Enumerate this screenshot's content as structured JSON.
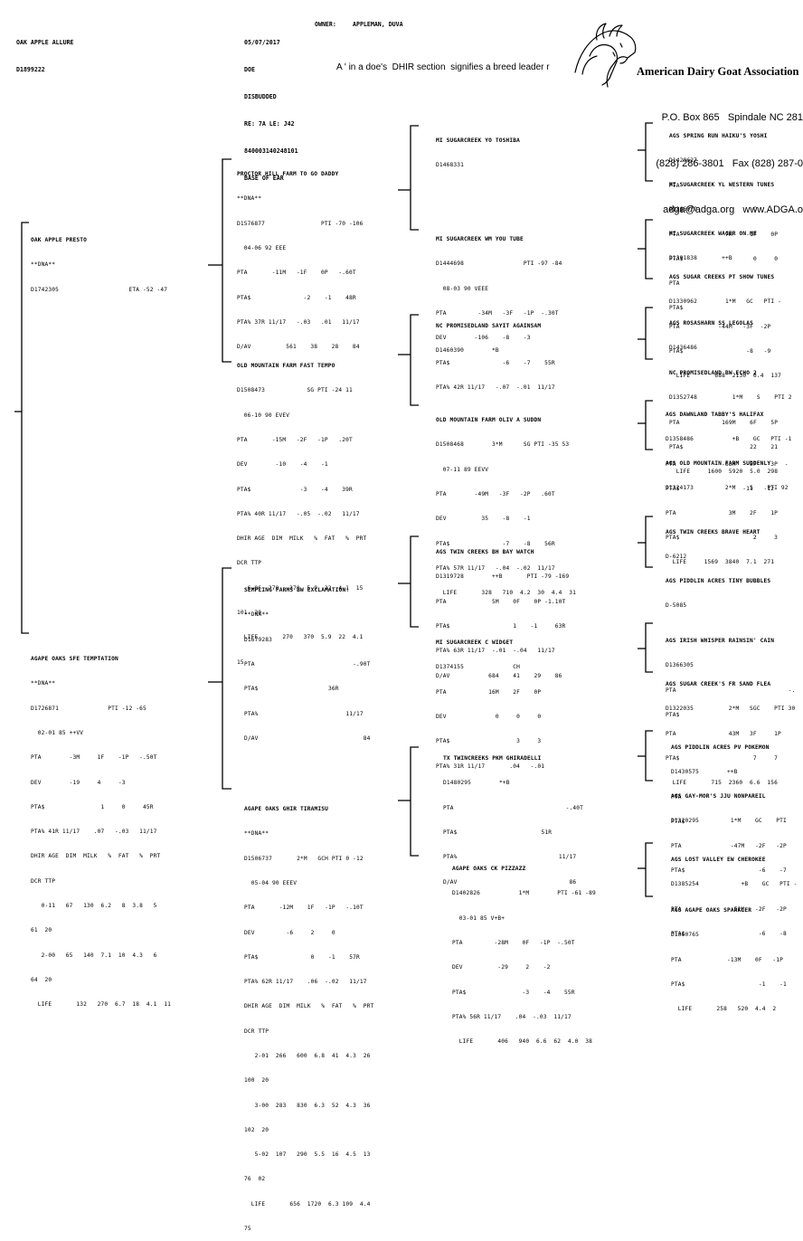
{
  "header": {
    "left": [
      "OAK APPLE ALLURE",
      "D1899222"
    ],
    "middle": [
      "05/07/2017",
      "DOE",
      "DISBUDDED",
      "RE: 7A LE: J42",
      "840003140248101",
      "BASE OF EAR"
    ],
    "owner_label": "OWNER:",
    "owner_name": "APPLEMAN, DUVA",
    "note": "A ' in a doe's  DHIR section  signifies a breed leader r"
  },
  "association": {
    "name": "American Dairy Goat Association",
    "line1": "P.O. Box 865   Spindale NC 281",
    "line2": "(828) 286-3801   Fax (828) 287-0",
    "line3": "adga@adga.org   www.ADGA.o",
    "logo_icon": "goat-heads-logo"
  },
  "pedigree": {
    "sire": [
      "OAK APPLE PRESTO",
      "**DNA**",
      "D1742305                    ETA -52 -47"
    ],
    "dam": [
      "AGAPE OAKS SFE TEMPTATION",
      "**DNA**",
      "D1726871              PTI -12 -65",
      "  02-01 85 ++VV",
      "PTA        -3M     1F    -1P   -.50T",
      "DEV        -19     4     -3",
      "PTA$                1     0     45R",
      "PTA% 41R 11/17    .07   -.03   11/17",
      "DHIR AGE  DIM  MILK   %  FAT   %  PRT",
      "DCR TTP",
      "   0-11   67   130  6.2   8  3.8   5",
      "61  20",
      "   2-00   65   140  7.1  10  4.3   6",
      "64  20",
      "  LIFE       132   270  6.7  18  4.1  11"
    ],
    "ss": [
      "PROCTOR HILL FARM TO GO DADDY",
      "**DNA**",
      "D1576877                PTI -70 -106",
      "  04-06 92 EEE",
      "PTA       -11M   -1F    0P   -.60T",
      "PTA$               -2    -1    48R",
      "PTA% 37R 11/17   -.03   .01   11/17",
      "D/AV          561    38    28    84"
    ],
    "sd": [
      "OLD MOUNTAIN FARM FAST TEMPO",
      "D1508473            SG PTI -24 11",
      "  06-10 90 EVEV",
      "PTA       -15M   -2F   -1P   .20T",
      "DEV        -10    -4    -1",
      "PTA$              -3    -4    39R",
      "PTA% 40R 11/17   -.05  -.02   11/17",
      "DHIR AGE  DIM  MILK   %  FAT   %  PRT",
      "DCR TTP",
      "   6-06  270   370  5.9  22  4.1  15",
      "101  20",
      "  LIFE       270   370  5.9  22  4.1",
      "15"
    ],
    "ds": [
      "SEMPLING FARMS BW EXCLAMATION!",
      "**DNA**",
      "D1679283",
      "PTA                            -.90T",
      "PTA$                    36R",
      "PTA%                         11/17",
      "D/AV                              84"
    ],
    "dd": [
      "AGAPE OAKS GHIR TIRAMISU",
      "**DNA**",
      "D1506737       2*M   GCH PTI 0 -12",
      "  05-04 90 EEEV",
      "PTA       -12M    1F   -1P   -.10T",
      "DEV         -6     2     0",
      "PTA$               0    -1    57R",
      "PTA% 62R 11/17    .06  -.02   11/17",
      "DHIR AGE  DIM  MILK   %  FAT   %  PRT",
      "DCR TTP",
      "   2-01  266   600  6.8  41  4.3  26",
      "100  20",
      "   3-00  283   830  6.3  52  4.3  36",
      "102  20",
      "   5-02  107   290  5.5  16  4.5  13",
      "76  02",
      "  LIFE       656  1720  6.3 109  4.4",
      "75"
    ],
    "sss": [
      "MI SUGARCREEK YO TOSHIBA",
      "D1468331"
    ],
    "ssd": [
      "MI SUGARCREEK WM YOU TUBE",
      "D1444698                 PTI -97 -84",
      "  08-03 90 VEEE",
      "PTA         -34M   -3F   -1P  -.30T",
      "DEV        -106    -8    -3",
      "PTA$               -6    -7    55R",
      "PTA% 42R 11/17   -.07  -.01  11/17"
    ],
    "sds": [
      "NC PROMISEDLAND SAYIT AGAINSAM",
      "D1460390        *B"
    ],
    "sdd": [
      "OLD MOUNTAIN FARM OLIV A SUDDN",
      "D1508468        3*M      SG PTI -35 53",
      "  07-11 89 EEVV",
      "PTA        -49M   -3F   -2P   .60T",
      "DEV          35    -8    -1",
      "PTA$               -7    -8    56R",
      "PTA% 57R 11/17   -.04  -.02  11/17",
      "  LIFE       328   710  4.2  30  4.4  31"
    ],
    "dss": [
      "AGS TWIN CREEKS BH BAY WATCH",
      "D1319728        ++B       PTI -79 -169",
      "PTA             5M    0F    0P -1.10T",
      "PTA$                  1    -1     63R",
      "PTA% 63R 11/17  -.01  -.04   11/17",
      "D/AV           684    41    29    86"
    ],
    "dsd": [
      "MI SUGARCREEK C WIDGET",
      "D1374155              CH",
      "PTA            16M    2F    0P",
      "DEV              0     0     0",
      "PTA$                   3     3",
      "PTA% 31R 11/17       .04   -.01"
    ],
    "dds": [
      "TX TWINCREEKS PKM GHIRADELLI",
      "D1480295        *+B",
      "PTA                                -.40T",
      "PTA$                        51R",
      "PTA%                             11/17",
      "D/AV                                86"
    ],
    "ddd": [
      "AGAPE OAKS CK PIZZAZZ",
      "D1402826           1*M        PTI -61 -89",
      "  03-01 85 V+B+",
      "PTA         -28M    0F   -1P  -.50T",
      "DEV          -29     2    -2",
      "PTA$                -3    -4    55R",
      "PTA% 56R 11/17    .04  -.03  11/17",
      "  LIFE       406   940  6.6  62  4.0  38"
    ],
    "g1": [
      "AGS SPRING RUN HAIKU'S YOSHI",
      "D1429627",
      "PTA",
      "PTA$"
    ],
    "g2": [
      "MI SUGARCREEK YL WESTERN TUNES",
      "D1366979                C",
      "PTA             7M    -1F    0P",
      "PTA$                    0     0"
    ],
    "g3": [
      "MI SUGARCREEK WAGER ON ME",
      "D1391838       ++B",
      "PTA",
      "PTA$"
    ],
    "g4": [
      "AGS SUGAR CREEKS PT SHOW TUNES",
      "D1330962        1*M   GC   PTI -",
      "PTA           -44M   -3F  -2P",
      "PTA$                  -8   -9",
      "  LIFE       688  2130  6.4  137"
    ],
    "g5": [
      "AGS ROSASHARN SS LEGOLAS",
      "D1436486"
    ],
    "g6": [
      "NC PROMISEDLAND BW ECHO 2",
      "D1352748          1*M    S    PTI 2",
      "PTA            169M    6F    5P",
      "PTA$                   22    21",
      "  LIFE     1600  5920  5.0  298"
    ],
    "g7": [
      "AGS DAWNLAND TABBY'S HALIFAX",
      "D1358486           +B    GC   PTI -1",
      "PTA             -63M   -5F   -3P  -",
      "PTA$                  -11   -12"
    ],
    "g8": [
      "AGS OLD MOUNTAIN FARM SUDDENLY",
      "D1324173         2*M    S    PTI 92",
      "PTA               3M    2F    1P",
      "PTA$                     2     3",
      "  LIFE     1569  3840  7.1  271"
    ],
    "g9": [
      "AGS TWIN CREEKS BRAVE HEART",
      "D-6212"
    ],
    "g10": [
      "AGS PIDDLIN ACRES TINY BUBBLES",
      "D-5085"
    ],
    "g11": [
      "AGS IRISH WHISPER RAINSIN' CAIN",
      "D1366305",
      "PTA                                -.",
      "PTA$"
    ],
    "g12": [
      "AGS SUGAR CREEK'S FR SAND FLEA",
      "D1322035          2*M   SGC    PTI 30",
      "PTA               43M   3F     1P",
      "PTA$                     7     7",
      "  LIFE       715  2360  6.6  156"
    ],
    "g13": [
      "AGS PIDDLIN ACRES PV POKEMON",
      "D1430575        ++B",
      "PTA",
      "PTA$"
    ],
    "g14": [
      "AGS GAY-MOR'S JJU NONPAREIL",
      "D1320295         1*M    GC    PTI",
      "PTA              -47M   -2F   -2P",
      "PTA$                     -6    -7"
    ],
    "g15": [
      "AGS LOST VALLEY EW CHEROKEE",
      "D1385254            +B    GC   PTI -",
      "PTA              -51M   -2F   -2P",
      "PTA$                     -6    -8"
    ],
    "g16": [
      "AGS AGAPE OAKS SPARKLER",
      "D1360765",
      "PTA             -13M    0F   -1P",
      "PTA$                     -1    -1",
      "  LIFE       258   520  4.4  2"
    ]
  }
}
